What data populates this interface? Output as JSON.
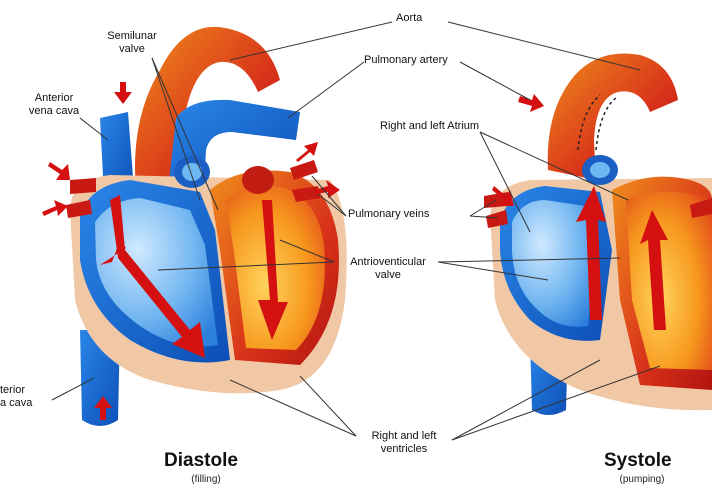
{
  "colors": {
    "blue": "#1b6fd8",
    "blue_light": "#7fc0f2",
    "red": "#c81a12",
    "orange": "#f08a18",
    "tissue": "#f1c8a6",
    "arrow": "#d41010"
  },
  "labels": {
    "aorta": "Aorta",
    "semilunar_valve": "Semilunar\nvalve",
    "pulmonary_artery": "Pulmonary artery",
    "anterior_vena_cava": "Anterior\nvena cava",
    "right_left_atrium": "Right and left Atrium",
    "pulmonary_veins": "Pulmonary veins",
    "atrioventricular_valve": "Antrioventicular\nvalve",
    "posterior_vena_cava": "terior\na cava",
    "right_left_ventricles": "Right and left\nventricles"
  },
  "diastole": {
    "title": "Diastole",
    "subtitle": "(filling)"
  },
  "systole": {
    "title": "Systole",
    "subtitle": "(pumping)"
  }
}
